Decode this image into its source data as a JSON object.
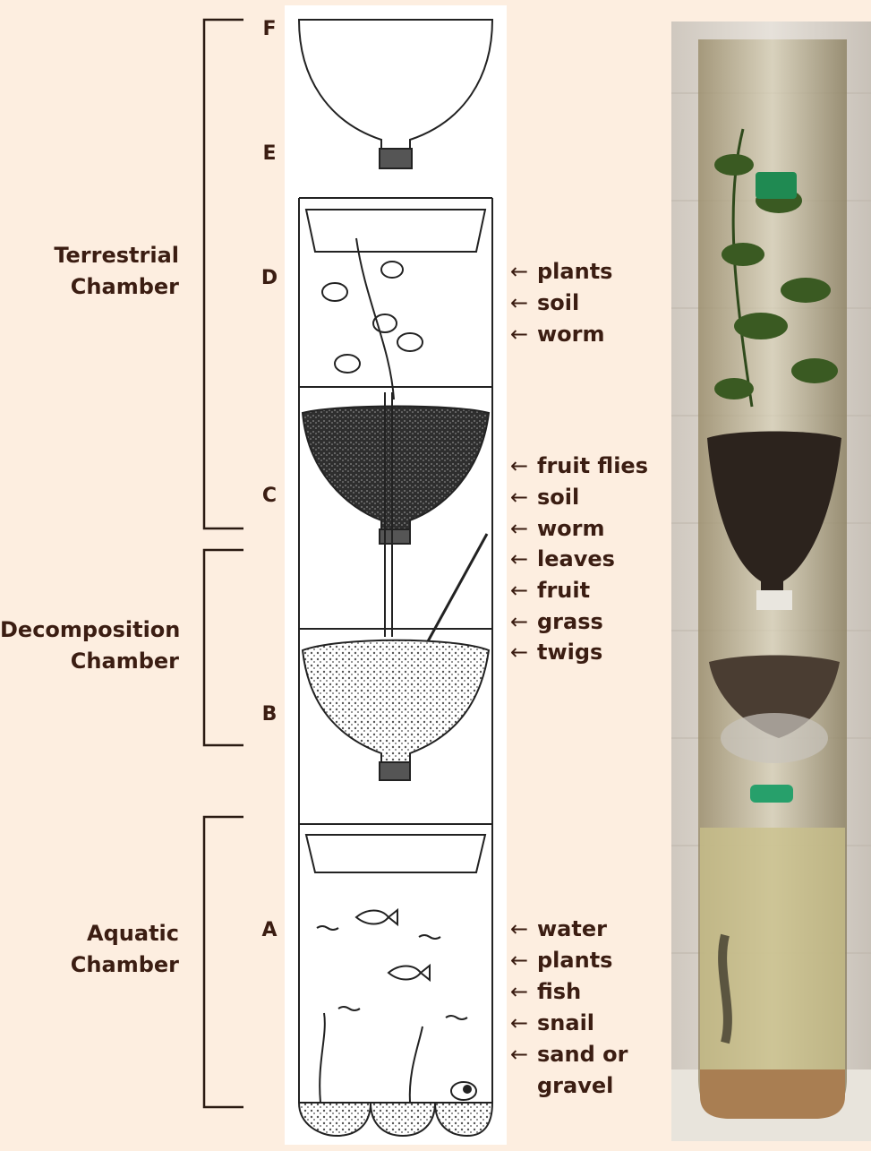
{
  "chambers": {
    "terrestrial": {
      "line1": "Terrestrial",
      "line2": "Chamber"
    },
    "decomposition": {
      "line1": "Decomposition",
      "line2": "Chamber"
    },
    "aquatic": {
      "line1": "Aquatic",
      "line2": "Chamber"
    }
  },
  "letters": {
    "f": "F",
    "e": "E",
    "d": "D",
    "c": "C",
    "b": "B",
    "a": "A"
  },
  "arrow_glyph": "←",
  "annotations": {
    "terrestrial_upper": [
      "plants",
      "soil",
      "worm"
    ],
    "terrestrial_lower": [
      "fruit flies",
      "soil",
      "worm"
    ],
    "decomposition": [
      "leaves",
      "fruit",
      "grass",
      "twigs"
    ],
    "aquatic": [
      "water",
      "plants",
      "fish",
      "snail",
      "sand or",
      "gravel"
    ]
  },
  "colors": {
    "background": "#fdeee0",
    "text": "#3b1d12",
    "bracket": "#2a1a12"
  }
}
